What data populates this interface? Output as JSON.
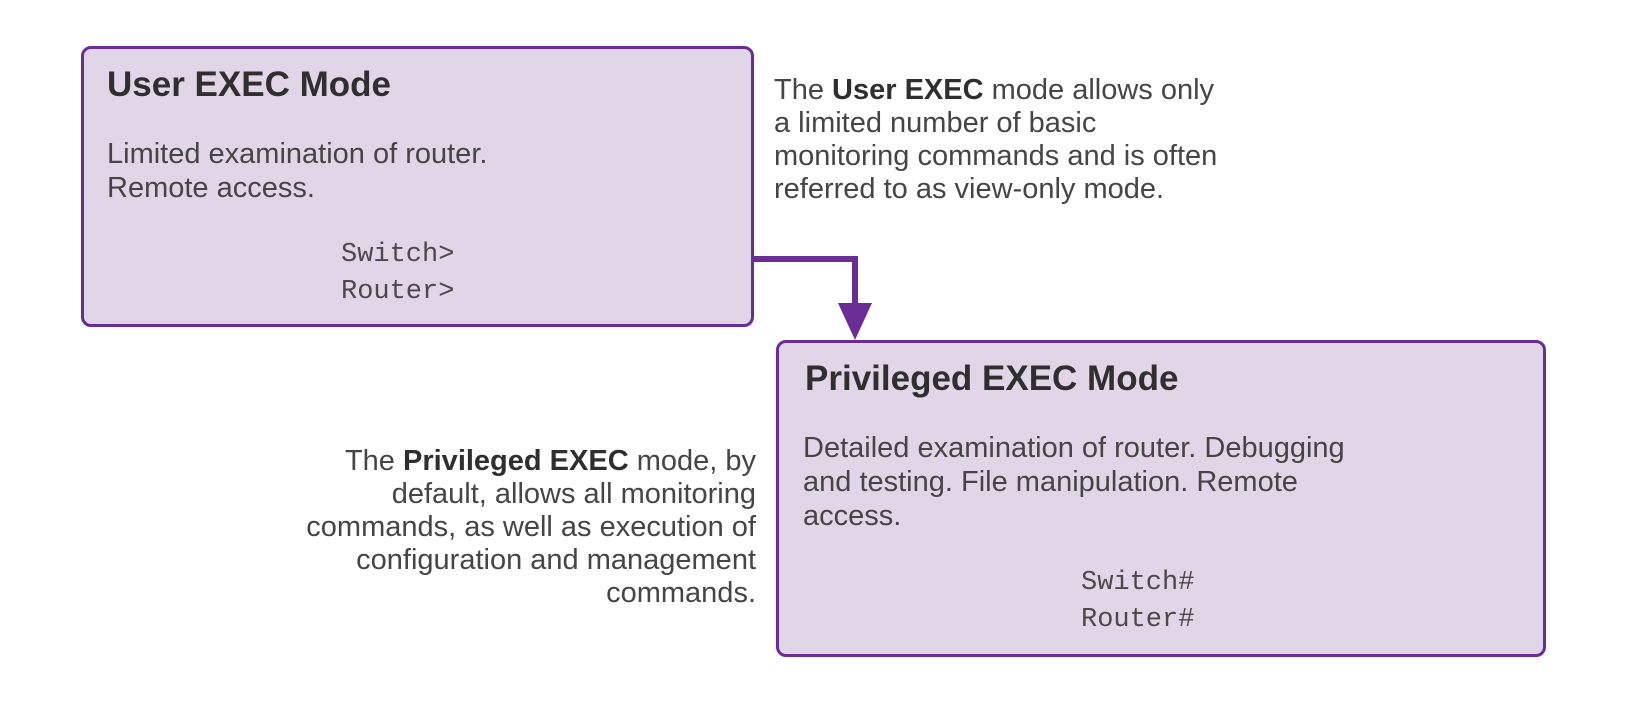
{
  "colors": {
    "box_fill": "#e1d5e8",
    "box_border": "#6a2d96",
    "arrow": "#6a2d96",
    "text": "#454545"
  },
  "user_exec": {
    "title": "User EXEC Mode",
    "description_lines": [
      "Limited examination of router.",
      "Remote access."
    ],
    "prompts": [
      "Switch>",
      "Router>"
    ],
    "note": {
      "prefix": "The ",
      "bold": "User EXEC",
      "first_line_rest": " mode allows only",
      "lines": [
        "a limited number of basic",
        "monitoring commands and is often",
        "referred to as view-only mode."
      ]
    }
  },
  "privileged_exec": {
    "title": "Privileged EXEC Mode",
    "description_lines": [
      "Detailed examination of router. Debugging",
      "and testing. File manipulation. Remote",
      "access."
    ],
    "prompts": [
      "Switch#",
      "Router#"
    ],
    "note": {
      "prefix": "The ",
      "bold": "Privileged EXEC",
      "first_line_rest": " mode, by",
      "lines": [
        "default, allows all monitoring",
        "commands, as well as execution of",
        "configuration and management",
        "commands."
      ]
    }
  },
  "connector": {
    "from": "user_exec",
    "to": "privileged_exec"
  }
}
